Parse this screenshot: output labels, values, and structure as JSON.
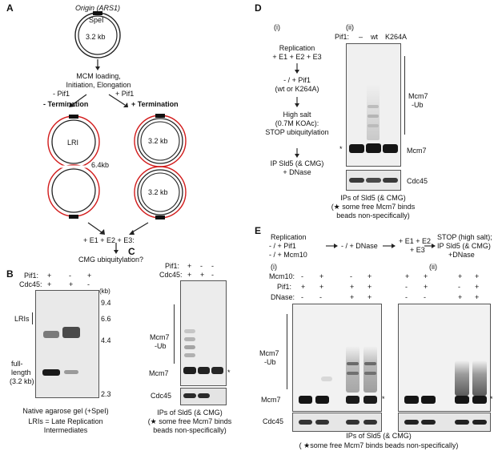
{
  "panels": {
    "a": "A",
    "b": "B",
    "c": "C",
    "d": "D",
    "e": "E"
  },
  "a": {
    "origin": "Origin (ARS1)",
    "spei": "SpeI",
    "plasmid_size": "3.2 kb",
    "mcm_line1": "MCM loading,",
    "mcm_line2": "Initiation, Elongation",
    "minus_pif1": "- Pif1",
    "plus_pif1": "+ Pif1",
    "minus_term": "- Termination",
    "plus_term": "+ Termination",
    "lri": "LRI",
    "lri_size": "6.4kb",
    "prod1": "3.2 kb",
    "prod2": "3.2 kb",
    "e_line": "+ E1 + E2 + E3:",
    "cmg": "CMG ubiquitylation?"
  },
  "b": {
    "pif1_label": "Pif1:",
    "cdc45_label": "Cdc45:",
    "pif1_vals": [
      "+",
      "-",
      "+"
    ],
    "cdc45_vals": [
      "+",
      "+",
      "-"
    ],
    "kb": "(kb)",
    "markers": [
      "9.4",
      "6.6",
      "4.4",
      "2.3"
    ],
    "lris": "LRIs",
    "full1": "full-",
    "full2": "length",
    "full3": "(3.2 kb)",
    "caption1": "Native agarose gel (+SpeI)",
    "caption2": "LRIs = Late Replication",
    "caption3": "Intermediates"
  },
  "c": {
    "pif1_label": "Pif1:",
    "cdc45_label": "Cdc45:",
    "pif1_vals": [
      "+",
      "-",
      "-"
    ],
    "cdc45_vals": [
      "+",
      "+",
      "-"
    ],
    "mcm7ub1": "Mcm7",
    "mcm7ub2": "-Ub",
    "mcm7": "Mcm7",
    "cdc45": "Cdc45",
    "star": "*",
    "caption1": "IPs of Sld5 (& CMG)",
    "caption2": "(★ some free Mcm7 binds",
    "caption3": "beads non-specifically)"
  },
  "d": {
    "sub_i": "(i)",
    "sub_ii": "(ii)",
    "steps": [
      "Replication",
      "+ E1 + E2 + E3",
      "- / + Pif1",
      "(wt or K264A)",
      "High salt",
      "(0.7M KOAc):",
      "STOP ubiquitylation",
      "IP Sld5 (& CMG)",
      "+ DNase"
    ],
    "pif1_label": "Pif1:",
    "pif1_vals": [
      "–",
      "wt",
      "K264A"
    ],
    "mcm7ub1": "Mcm7",
    "mcm7ub2": "-Ub",
    "mcm7": "Mcm7",
    "star": "*",
    "cdc45": "Cdc45",
    "caption1": "IPs of Sld5 (& CMG)",
    "caption2": "(★ some free Mcm7 binds",
    "caption3": "beads non-specifically)"
  },
  "e": {
    "h1a": "Replication",
    "h1b": "- / + Pif1",
    "h1c": "- / + Mcm10",
    "h2": "- / + DNase",
    "h3a": "+ E1 + E2",
    "h3b": "+ E3",
    "h4a": "STOP (high salt);",
    "h4b": "IP Sld5 (& CMG)",
    "h4c": "+DNase",
    "sub_i": "(i)",
    "sub_ii": "(ii)",
    "mcm10_label": "Mcm10:",
    "pif1_label": "Pif1:",
    "dnase_label": "DNase:",
    "i_mcm10": [
      "-",
      "+",
      "-",
      "+"
    ],
    "i_pif1": [
      "+",
      "+",
      "+",
      "+"
    ],
    "i_dnase": [
      "-",
      "-",
      "+",
      "+"
    ],
    "ii_mcm10": [
      "+",
      "+",
      "+",
      "+"
    ],
    "ii_pif1": [
      "-",
      "+",
      "-",
      "+"
    ],
    "ii_dnase": [
      "-",
      "-",
      "+",
      "+"
    ],
    "mcm7ub1": "Mcm7",
    "mcm7ub2": "-Ub",
    "mcm7": "Mcm7",
    "star": "*",
    "cdc45": "Cdc45",
    "caption": "IPs of Sld5 (& CMG)",
    "caption2": "( ★some free Mcm7 binds beads non-specifically)"
  }
}
